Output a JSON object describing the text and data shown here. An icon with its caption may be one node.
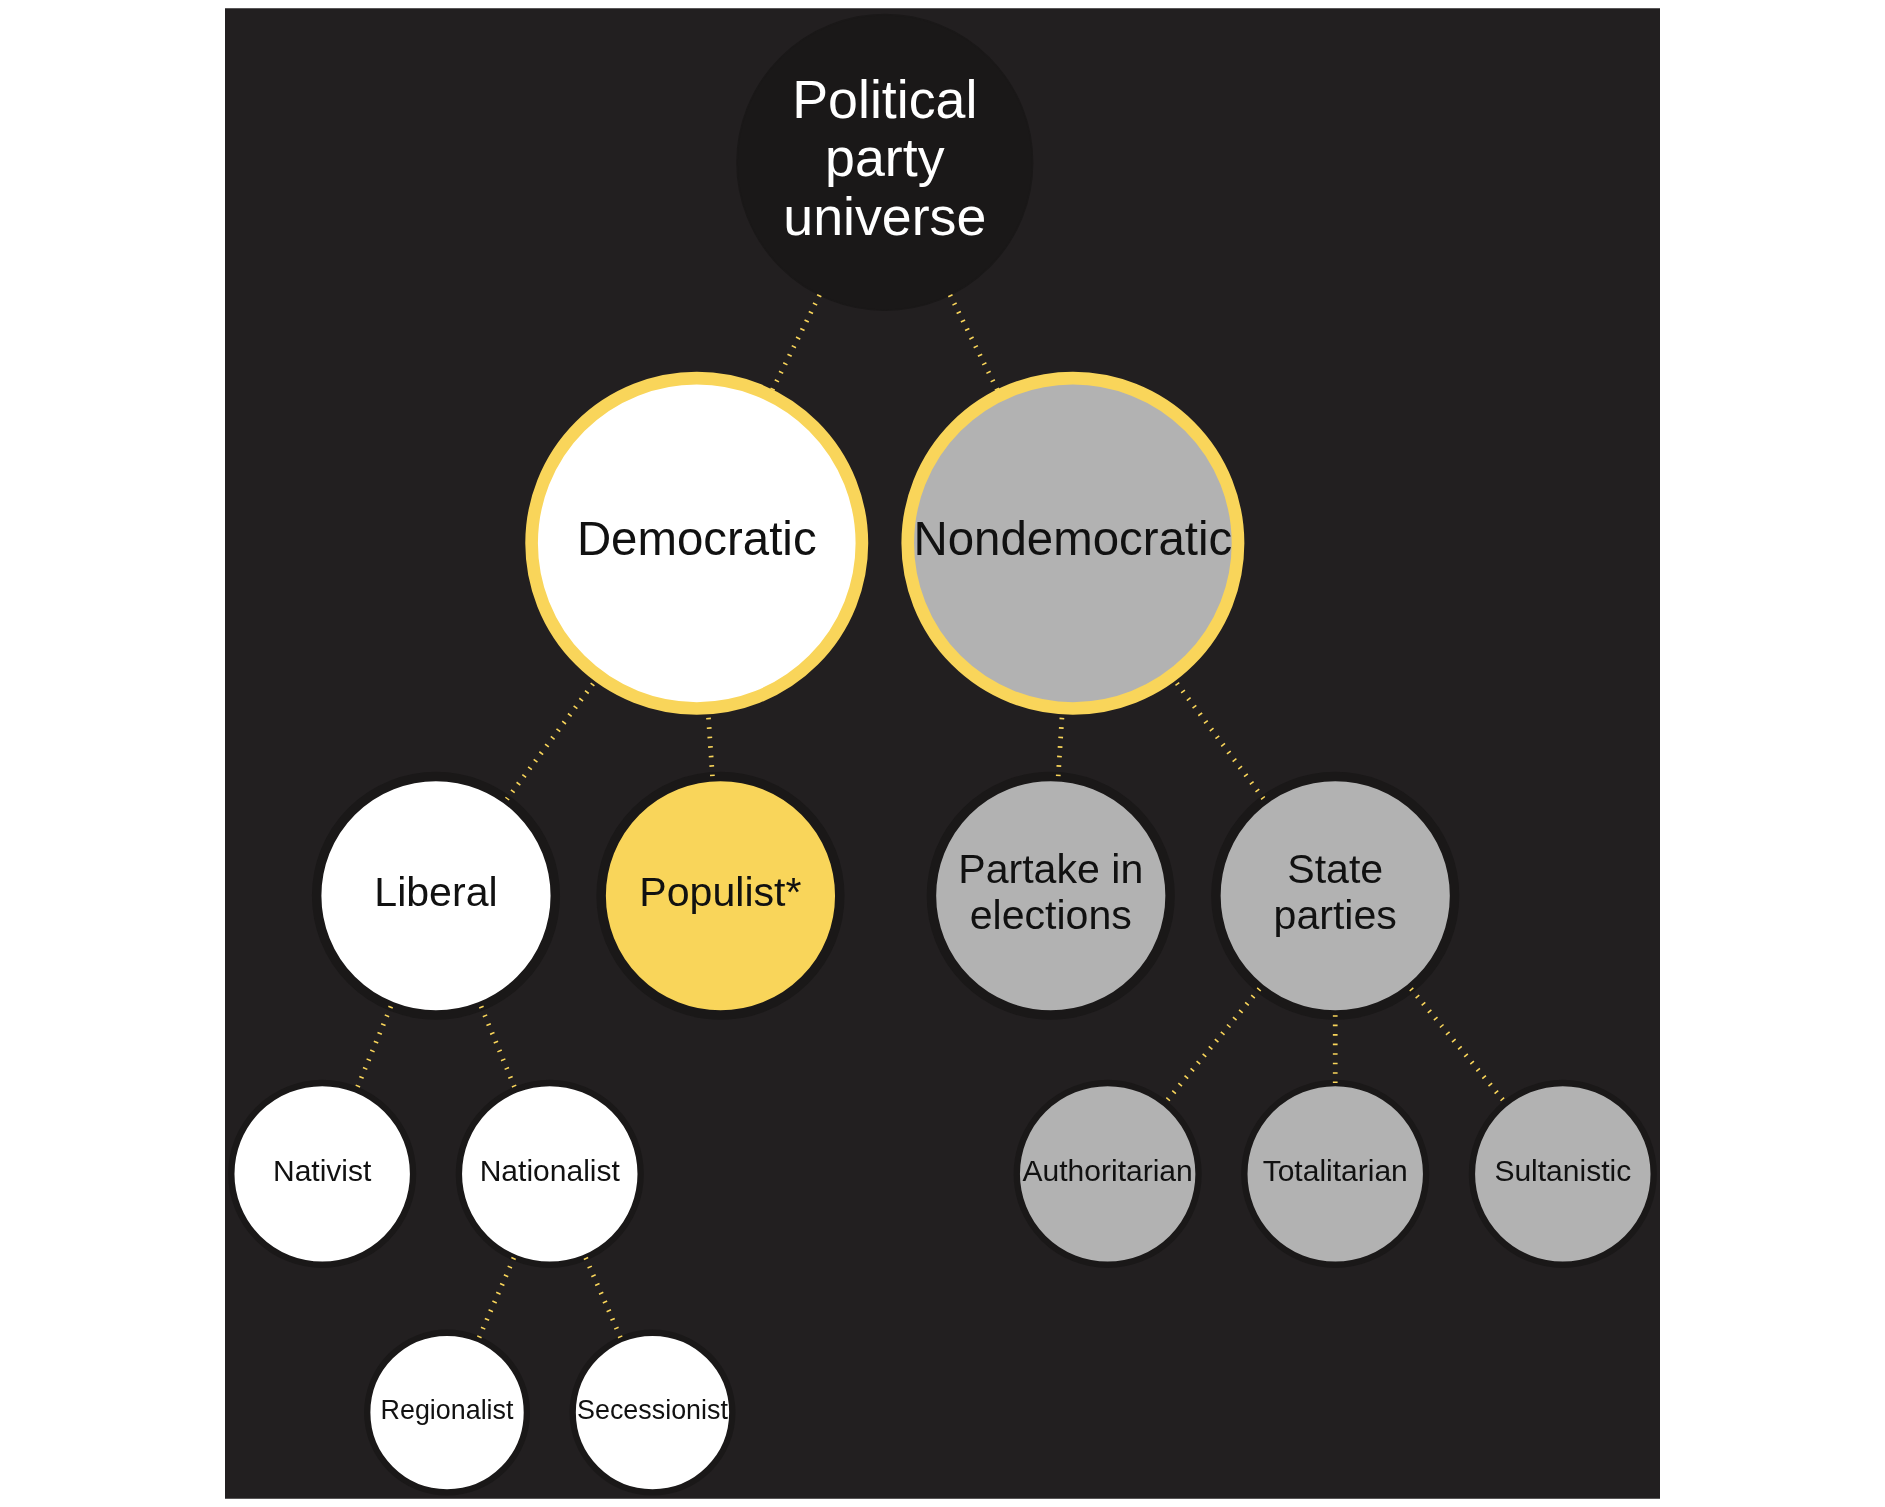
{
  "diagram": {
    "nodes": [
      {
        "text": [
          "Political party universe"
        ]
      },
      {
        "text": [
          "Democratic"
        ]
      },
      {
        "text": [
          "Nondemocratic"
        ]
      },
      {
        "text": [
          "Liberal"
        ]
      },
      {
        "text": [
          "Populist*"
        ]
      },
      {
        "text": [
          "Partake in elections"
        ]
      },
      {
        "text": [
          "State parties"
        ]
      },
      {
        "text": [
          "Nativist"
        ]
      },
      {
        "text": [
          "Nationalist"
        ]
      },
      {
        "text": [
          "Authoritarian"
        ]
      },
      {
        "text": [
          "Totalitarian"
        ]
      },
      {
        "text": [
          "Sultanistic"
        ]
      },
      {
        "text": [
          "Regionalist"
        ]
      },
      {
        "text": [
          "Secessionist"
        ]
      }
    ],
    "edges": [
      {
        "from": 0,
        "to": 1,
        "arrow": "none"
      },
      {
        "from": 0,
        "to": 2,
        "arrow": "none"
      },
      {
        "from": 1,
        "to": 3,
        "arrow": "none"
      },
      {
        "from": 1,
        "to": 4,
        "arrow": "none"
      },
      {
        "from": 2,
        "to": 5,
        "arrow": "none"
      },
      {
        "from": 2,
        "to": 6,
        "arrow": "none"
      },
      {
        "from": 3,
        "to": 7,
        "arrow": "none"
      },
      {
        "from": 3,
        "to": 8,
        "arrow": "none"
      },
      {
        "from": 6,
        "to": 9,
        "arrow": "none"
      },
      {
        "from": 6,
        "to": 10,
        "arrow": "none"
      },
      {
        "from": 6,
        "to": 11,
        "arrow": "none"
      },
      {
        "from": 8,
        "to": 12,
        "arrow": "none"
      },
      {
        "from": 8,
        "to": 13,
        "arrow": "none"
      }
    ]
  }
}
